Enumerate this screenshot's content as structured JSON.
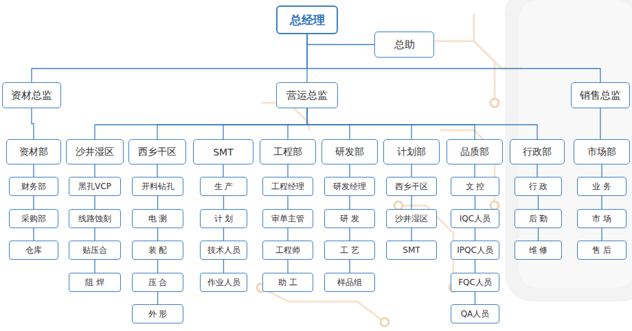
{
  "diagram": {
    "nodes": [
      {
        "text": [
          "总经理"
        ]
      },
      {
        "text": [
          "总助"
        ]
      },
      {
        "text": [
          "资材总监"
        ]
      },
      {
        "text": [
          "营运总监"
        ]
      },
      {
        "text": [
          "销售总监"
        ]
      },
      {
        "text": [
          "资材部"
        ]
      },
      {
        "text": [
          "沙井湿区"
        ]
      },
      {
        "text": [
          "西乡干区"
        ]
      },
      {
        "text": [
          "SMT"
        ]
      },
      {
        "text": [
          "工程部"
        ]
      },
      {
        "text": [
          "研发部"
        ]
      },
      {
        "text": [
          "计划部"
        ]
      },
      {
        "text": [
          "品质部"
        ]
      },
      {
        "text": [
          "行政部"
        ]
      },
      {
        "text": [
          "市场部"
        ]
      },
      {
        "text": [
          "财务部"
        ]
      },
      {
        "text": [
          "采购部"
        ]
      },
      {
        "text": [
          "仓库"
        ]
      },
      {
        "text": [
          "黑孔VCP"
        ]
      },
      {
        "text": [
          "线路蚀刻"
        ]
      },
      {
        "text": [
          "贴压合"
        ]
      },
      {
        "text": [
          "阻 焊"
        ]
      },
      {
        "text": [
          "开料钻孔"
        ]
      },
      {
        "text": [
          "电 测"
        ]
      },
      {
        "text": [
          "装 配"
        ]
      },
      {
        "text": [
          "压 合"
        ]
      },
      {
        "text": [
          "外 形"
        ]
      },
      {
        "text": [
          "生 产"
        ]
      },
      {
        "text": [
          "计 划"
        ]
      },
      {
        "text": [
          "技术人员"
        ]
      },
      {
        "text": [
          "作业人员"
        ]
      },
      {
        "text": [
          "工程经理"
        ]
      },
      {
        "text": [
          "审单主管"
        ]
      },
      {
        "text": [
          "工程师"
        ]
      },
      {
        "text": [
          "助 工"
        ]
      },
      {
        "text": [
          "研发经理"
        ]
      },
      {
        "text": [
          "研 发"
        ]
      },
      {
        "text": [
          "工 艺"
        ]
      },
      {
        "text": [
          "样品组"
        ]
      },
      {
        "text": [
          "西乡干区"
        ]
      },
      {
        "text": [
          "沙井湿区"
        ]
      },
      {
        "text": [
          "SMT"
        ]
      },
      {
        "text": [
          "文 控"
        ]
      },
      {
        "text": [
          "IQC人员"
        ]
      },
      {
        "text": [
          "IPQC人员"
        ]
      },
      {
        "text": [
          "FQC人员"
        ]
      },
      {
        "text": [
          "QA人员"
        ]
      },
      {
        "text": [
          "行 政"
        ]
      },
      {
        "text": [
          "后 勤"
        ]
      },
      {
        "text": [
          "维 修"
        ]
      },
      {
        "text": [
          "业 务"
        ]
      },
      {
        "text": [
          "市 场"
        ]
      },
      {
        "text": [
          "售 后"
        ]
      }
    ],
    "edges": [
      {
        "from": 0,
        "to": 1,
        "arrow": "none"
      },
      {
        "from": 0,
        "to": 2,
        "arrow": "none"
      },
      {
        "from": 0,
        "to": 3,
        "arrow": "none"
      },
      {
        "from": 0,
        "to": 4,
        "arrow": "none"
      },
      {
        "from": 2,
        "to": 5,
        "arrow": "none"
      },
      {
        "from": 3,
        "to": 6,
        "arrow": "none"
      },
      {
        "from": 3,
        "to": 7,
        "arrow": "none"
      },
      {
        "from": 3,
        "to": 8,
        "arrow": "none"
      },
      {
        "from": 3,
        "to": 9,
        "arrow": "none"
      },
      {
        "from": 3,
        "to": 10,
        "arrow": "none"
      },
      {
        "from": 3,
        "to": 11,
        "arrow": "none"
      },
      {
        "from": 3,
        "to": 12,
        "arrow": "none"
      },
      {
        "from": 3,
        "to": 13,
        "arrow": "none"
      },
      {
        "from": 4,
        "to": 14,
        "arrow": "none"
      },
      {
        "from": 5,
        "to": 15,
        "arrow": "none"
      },
      {
        "from": 15,
        "to": 16,
        "arrow": "none"
      },
      {
        "from": 16,
        "to": 17,
        "arrow": "none"
      },
      {
        "from": 6,
        "to": 18,
        "arrow": "none"
      },
      {
        "from": 18,
        "to": 19,
        "arrow": "none"
      },
      {
        "from": 19,
        "to": 20,
        "arrow": "none"
      },
      {
        "from": 20,
        "to": 21,
        "arrow": "none"
      },
      {
        "from": 7,
        "to": 22,
        "arrow": "none"
      },
      {
        "from": 22,
        "to": 23,
        "arrow": "none"
      },
      {
        "from": 23,
        "to": 24,
        "arrow": "none"
      },
      {
        "from": 24,
        "to": 25,
        "arrow": "none"
      },
      {
        "from": 25,
        "to": 26,
        "arrow": "none"
      },
      {
        "from": 8,
        "to": 27,
        "arrow": "none"
      },
      {
        "from": 27,
        "to": 28,
        "arrow": "none"
      },
      {
        "from": 28,
        "to": 29,
        "arrow": "none"
      },
      {
        "from": 29,
        "to": 30,
        "arrow": "none"
      },
      {
        "from": 9,
        "to": 31,
        "arrow": "none"
      },
      {
        "from": 31,
        "to": 32,
        "arrow": "none"
      },
      {
        "from": 32,
        "to": 33,
        "arrow": "none"
      },
      {
        "from": 33,
        "to": 34,
        "arrow": "none"
      },
      {
        "from": 10,
        "to": 35,
        "arrow": "none"
      },
      {
        "from": 35,
        "to": 36,
        "arrow": "none"
      },
      {
        "from": 36,
        "to": 37,
        "arrow": "none"
      },
      {
        "from": 37,
        "to": 38,
        "arrow": "none"
      },
      {
        "from": 11,
        "to": 39,
        "arrow": "none"
      },
      {
        "from": 39,
        "to": 40,
        "arrow": "none"
      },
      {
        "from": 40,
        "to": 41,
        "arrow": "none"
      },
      {
        "from": 12,
        "to": 42,
        "arrow": "none"
      },
      {
        "from": 42,
        "to": 43,
        "arrow": "none"
      },
      {
        "from": 43,
        "to": 44,
        "arrow": "none"
      },
      {
        "from": 44,
        "to": 45,
        "arrow": "none"
      },
      {
        "from": 45,
        "to": 46,
        "arrow": "none"
      },
      {
        "from": 13,
        "to": 47,
        "arrow": "none"
      },
      {
        "from": 47,
        "to": 48,
        "arrow": "none"
      },
      {
        "from": 48,
        "to": 49,
        "arrow": "none"
      },
      {
        "from": 14,
        "to": 50,
        "arrow": "none"
      },
      {
        "from": 50,
        "to": 51,
        "arrow": "none"
      },
      {
        "from": 51,
        "to": 52,
        "arrow": "none"
      }
    ]
  }
}
